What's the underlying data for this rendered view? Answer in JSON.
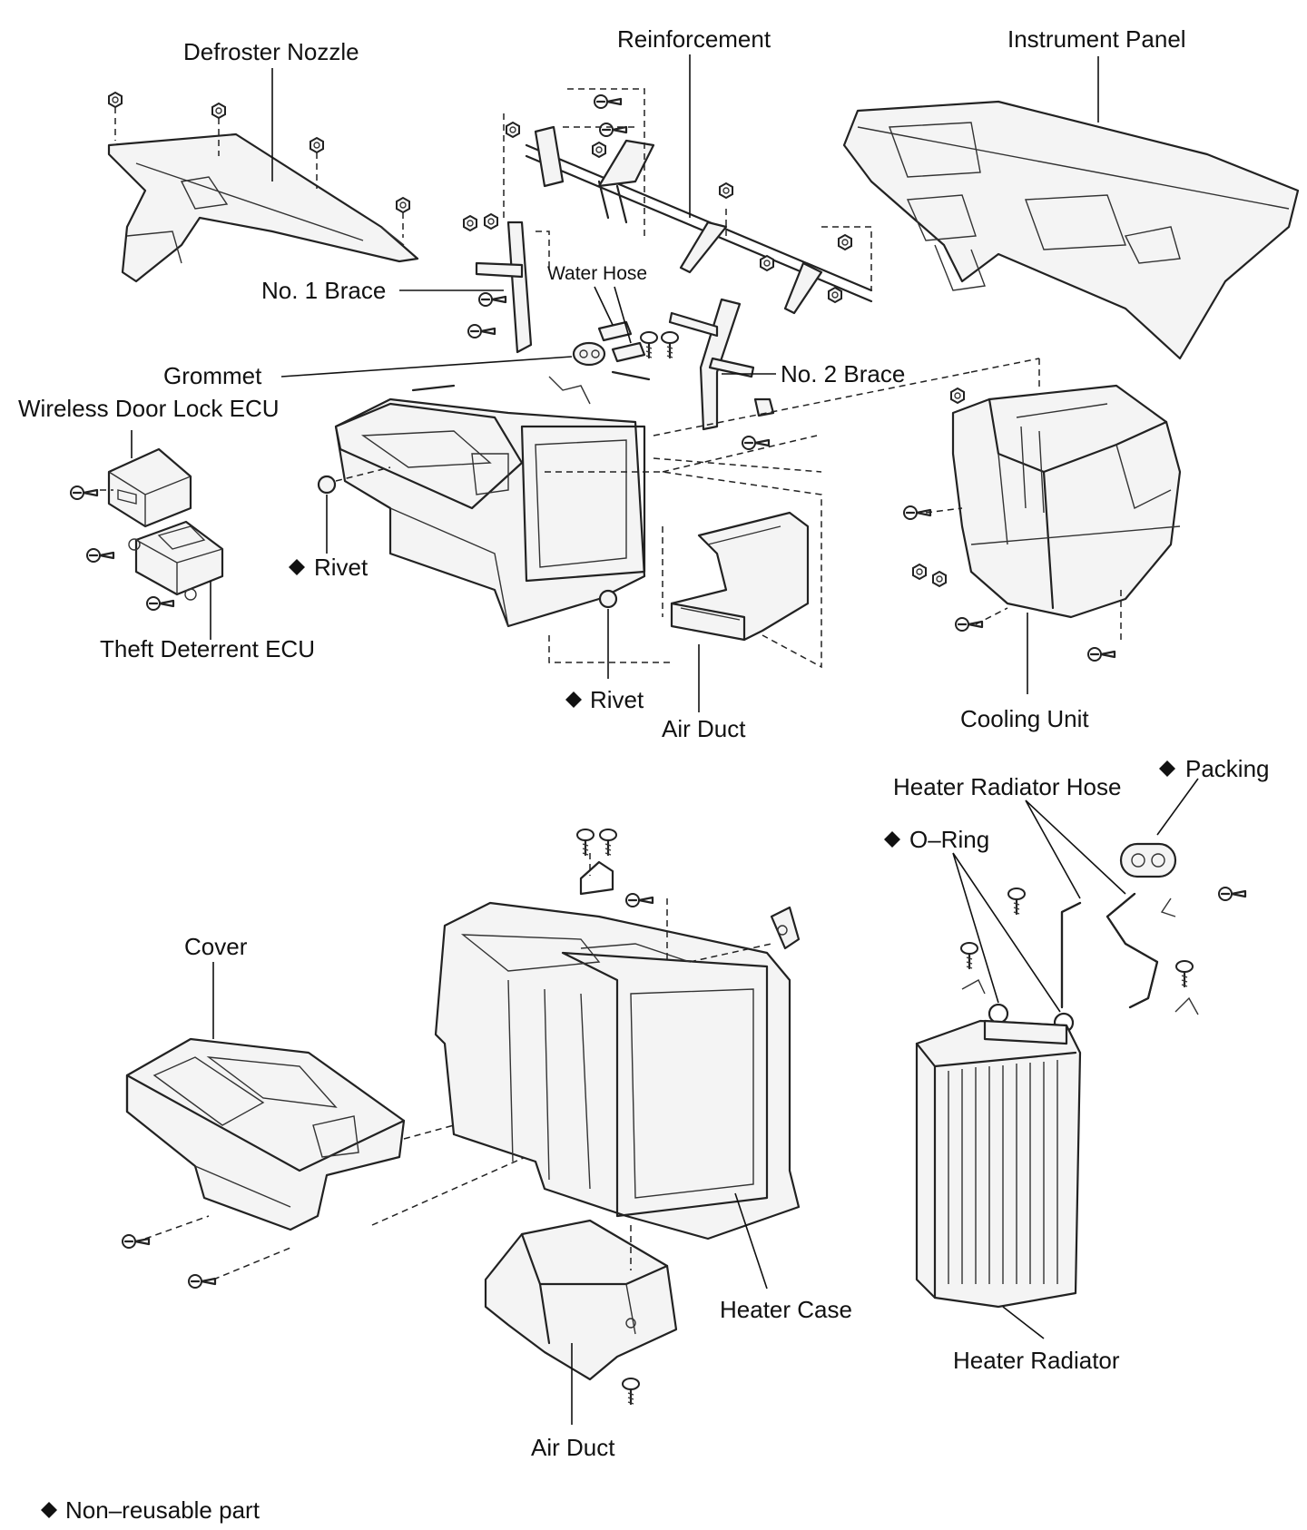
{
  "labels": {
    "defroster_nozzle": "Defroster Nozzle",
    "reinforcement": "Reinforcement",
    "instrument_panel": "Instrument Panel",
    "no1_brace": "No. 1 Brace",
    "water_hose": "Water Hose",
    "grommet": "Grommet",
    "no2_brace": "No. 2 Brace",
    "wireless_door_lock_ecu": "Wireless Door Lock ECU",
    "rivet_left": "Rivet",
    "theft_deterrent_ecu": "Theft Deterrent ECU",
    "rivet_center": "Rivet",
    "air_duct_upper": "Air Duct",
    "cooling_unit": "Cooling Unit",
    "heater_radiator_hose": "Heater Radiator Hose",
    "packing": "Packing",
    "o_ring": "O–Ring",
    "cover": "Cover",
    "heater_case": "Heater Case",
    "heater_radiator": "Heater Radiator",
    "air_duct_lower": "Air Duct"
  },
  "legend": {
    "non_reusable": "Non–reusable part"
  },
  "colors": {
    "ink": "#111111",
    "background": "#ffffff"
  }
}
